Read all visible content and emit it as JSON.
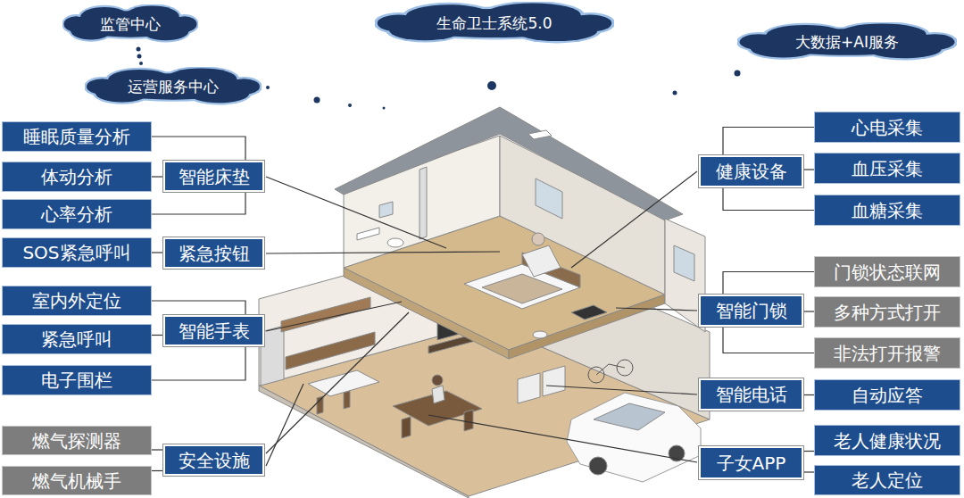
{
  "diagram": {
    "nodes": [
      {
        "text": [
          "监管中心"
        ]
      },
      {
        "text": [
          "生命卫士系统5.0"
        ]
      },
      {
        "text": [
          "大数据+AI服务"
        ]
      },
      {
        "text": [
          "运营服务中心"
        ]
      },
      {
        "text": [
          "睡眠质量分析"
        ]
      },
      {
        "text": [
          "体动分析"
        ]
      },
      {
        "text": [
          "智能床垫"
        ]
      },
      {
        "text": [
          "心率分析"
        ]
      },
      {
        "text": [
          "SOS紧急呼叫"
        ]
      },
      {
        "text": [
          "紧急按钮"
        ]
      },
      {
        "text": [
          "室内外定位"
        ]
      },
      {
        "text": [
          "紧急呼叫"
        ]
      },
      {
        "text": [
          "智能手表"
        ]
      },
      {
        "text": [
          "电子围栏"
        ]
      },
      {
        "text": [
          "燃气探测器"
        ]
      },
      {
        "text": [
          "燃气机械手"
        ]
      },
      {
        "text": [
          "安全设施"
        ]
      },
      {
        "text": [
          "健康设备"
        ]
      },
      {
        "text": [
          "心电采集"
        ]
      },
      {
        "text": [
          "血压采集"
        ]
      },
      {
        "text": [
          "血糖采集"
        ]
      },
      {
        "text": [
          "智能门锁"
        ]
      },
      {
        "text": [
          "门锁状态联网"
        ]
      },
      {
        "text": [
          "多种方式打开"
        ]
      },
      {
        "text": [
          "非法打开报警"
        ]
      },
      {
        "text": [
          "智能电话"
        ]
      },
      {
        "text": [
          "自动应答"
        ]
      },
      {
        "text": [
          "子女APP"
        ]
      },
      {
        "text": [
          "老人健康状况"
        ]
      },
      {
        "text": [
          "老人定位"
        ]
      }
    ],
    "edges": [
      {
        "from": 6,
        "to": 4,
        "arrow": "none"
      },
      {
        "from": 6,
        "to": 5,
        "arrow": "none"
      },
      {
        "from": 6,
        "to": 7,
        "arrow": "none"
      },
      {
        "from": 9,
        "to": 8,
        "arrow": "none"
      },
      {
        "from": 12,
        "to": 10,
        "arrow": "none"
      },
      {
        "from": 12,
        "to": 11,
        "arrow": "none"
      },
      {
        "from": 12,
        "to": 13,
        "arrow": "none"
      },
      {
        "from": 16,
        "to": 14,
        "arrow": "none"
      },
      {
        "from": 16,
        "to": 15,
        "arrow": "none"
      },
      {
        "from": 17,
        "to": 18,
        "arrow": "none"
      },
      {
        "from": 17,
        "to": 19,
        "arrow": "none"
      },
      {
        "from": 17,
        "to": 20,
        "arrow": "none"
      },
      {
        "from": 21,
        "to": 22,
        "arrow": "none"
      },
      {
        "from": 21,
        "to": 23,
        "arrow": "none"
      },
      {
        "from": 21,
        "to": 24,
        "arrow": "none"
      },
      {
        "from": 25,
        "to": 26,
        "arrow": "none"
      },
      {
        "from": 27,
        "to": 28,
        "arrow": "none"
      },
      {
        "from": 27,
        "to": 29,
        "arrow": "none"
      }
    ]
  }
}
